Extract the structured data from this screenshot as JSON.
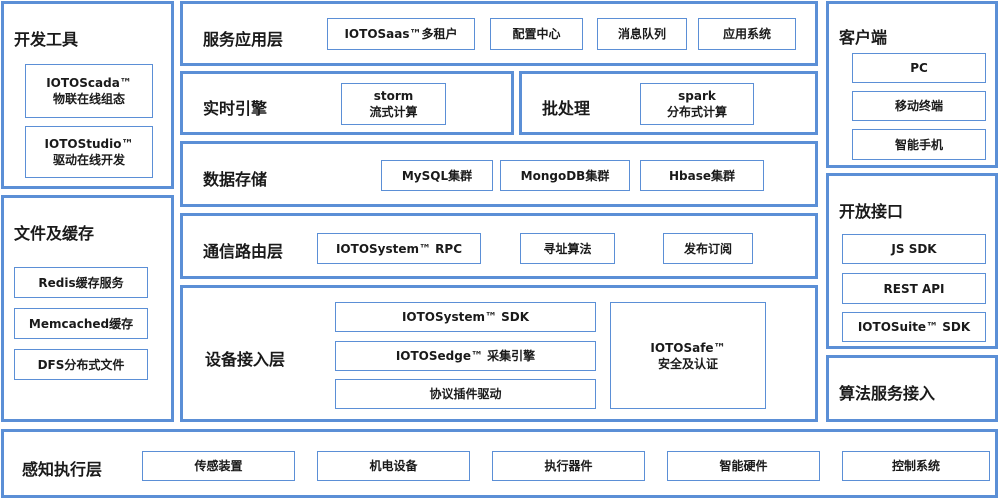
{
  "dev_tools": {
    "title": "开发工具",
    "scada": [
      "IOTOScada™",
      "物联在线组态"
    ],
    "studio": [
      "IOTOStudio™",
      "驱动在线开发"
    ]
  },
  "file_cache": {
    "title": "文件及缓存",
    "items": [
      "Redis缓存服务",
      "Memcached缓存",
      "DFS分布式文件"
    ]
  },
  "service_layer": {
    "title": "服务应用层",
    "items": [
      "IOTOSaas™多租户",
      "配置中心",
      "消息队列",
      "应用系统"
    ]
  },
  "realtime": {
    "title": "实时引擎",
    "storm": [
      "storm",
      "流式计算"
    ]
  },
  "batch": {
    "title": "批处理",
    "spark": [
      "spark",
      "分布式计算"
    ]
  },
  "storage": {
    "title": "数据存储",
    "items": [
      "MySQL集群",
      "MongoDB集群",
      "Hbase集群"
    ]
  },
  "routing": {
    "title": "通信路由层",
    "items": [
      "IOTOSystem™ RPC",
      "寻址算法",
      "发布订阅"
    ]
  },
  "device": {
    "title": "设备接入层",
    "items": [
      "IOTOSystem™ SDK",
      "IOTOSedge™ 采集引擎",
      "协议插件驱动"
    ],
    "safe": [
      "IOTOSafe™",
      "安全及认证"
    ]
  },
  "perception": {
    "title": "感知执行层",
    "items": [
      "传感装置",
      "机电设备",
      "执行器件",
      "智能硬件",
      "控制系统"
    ]
  },
  "client": {
    "title": "客户端",
    "items": [
      "PC",
      "移动终端",
      "智能手机"
    ]
  },
  "open_api": {
    "title": "开放接口",
    "items": [
      "JS SDK",
      "REST API",
      "IOTOSuite™ SDK"
    ]
  },
  "algorithm": {
    "title": "算法服务接入"
  },
  "colors": {
    "border": "#5b8fd6",
    "background": "#ffffff",
    "text": "#1a1a1a"
  }
}
